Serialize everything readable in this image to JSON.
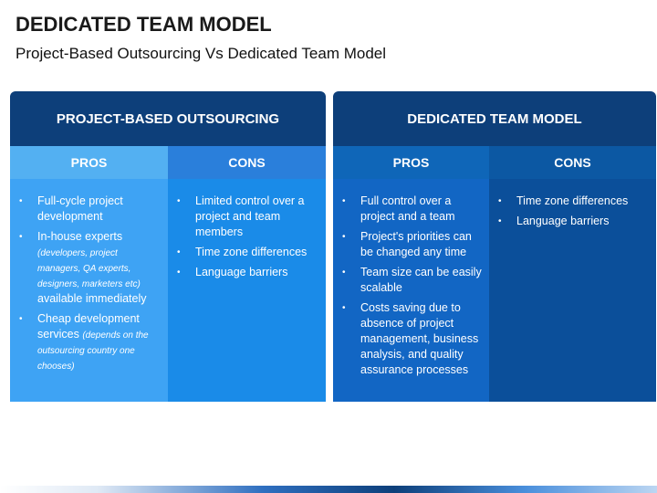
{
  "slide": {
    "title": "DEDICATED TEAM MODEL",
    "subtitle": "Project-Based Outsourcing Vs Dedicated Team Model"
  },
  "panels": [
    {
      "header": "PROJECT-BASED OUTSOURCING",
      "pros_label": "PROS",
      "cons_label": "CONS",
      "pros": [
        {
          "text": "Full-cycle project development",
          "note": ""
        },
        {
          "text": "In-house experts",
          "note": "(developers, project managers, QA experts, designers, marketers etc)",
          "text_after": "available immediately"
        },
        {
          "text": "Cheap development services",
          "note": "(depends on the outsourcing country one chooses)"
        }
      ],
      "cons": [
        {
          "text": "Limited control over a project and team members"
        },
        {
          "text": "Time zone differences"
        },
        {
          "text": "Language barriers"
        }
      ]
    },
    {
      "header": "DEDICATED TEAM MODEL",
      "pros_label": "PROS",
      "cons_label": "CONS",
      "pros": [
        {
          "text": "Full control over a project and a team"
        },
        {
          "text": "Project's priorities can be changed any time"
        },
        {
          "text": "Team size can be easily scalable"
        },
        {
          "text": "Costs saving due to absence of project management, business analysis, and quality assurance processes"
        }
      ],
      "cons": [
        {
          "text": "Time zone differences"
        },
        {
          "text": "Language barriers"
        }
      ]
    }
  ],
  "bullet_glyph": "•"
}
